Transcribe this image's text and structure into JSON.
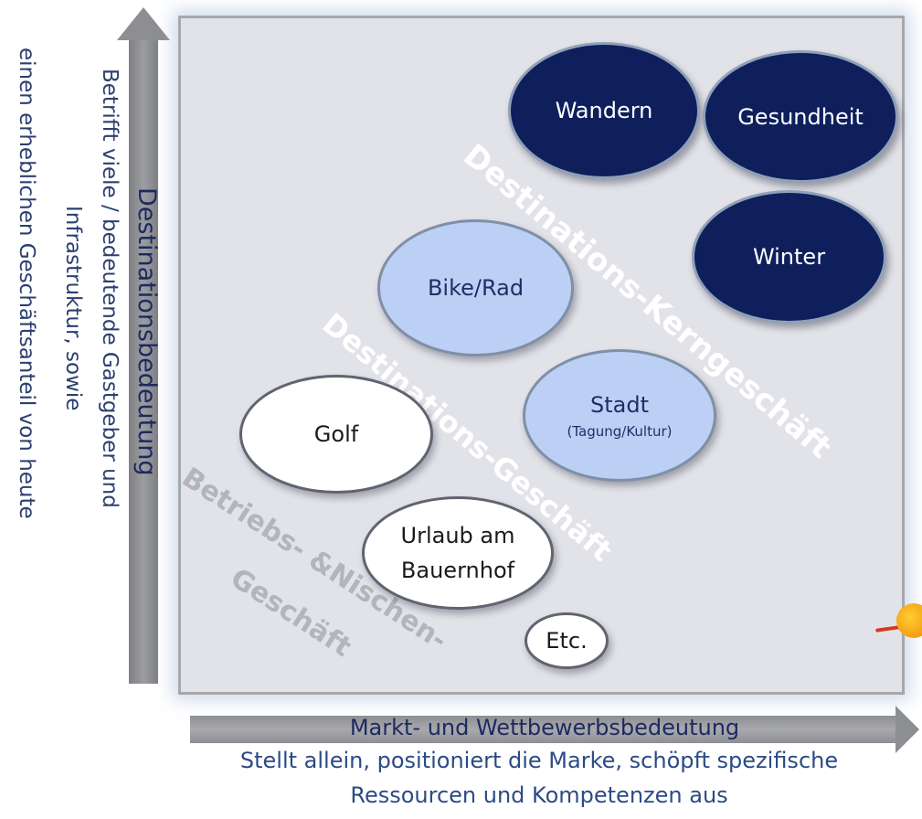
{
  "axes": {
    "y_title": "Destinationsbedeutung",
    "y_desc_1": "Betrifft viele / bedeutende Gastgeber und",
    "y_desc_2": "Infrastruktur, sowie",
    "y_desc_3": "einen erheblichen Geschäftsanteil von heute",
    "x_title": "Markt- und Wettbewerbsbedeutung",
    "x_desc_1": "Stellt allein, positioniert die Marke, schöpft spezifische",
    "x_desc_2": "Ressourcen und Kompetenzen aus"
  },
  "zones": {
    "core": "Destinations-Kerngeschäft",
    "destination": "Destinations-Geschäft",
    "niche_1": "Betriebs- &Nischen-",
    "niche_2": "Geschäft"
  },
  "bubbles": {
    "wandern": "Wandern",
    "gesundheit": "Gesundheit",
    "winter": "Winter",
    "bike": "Bike/Rad",
    "stadt": "Stadt",
    "stadt_sub": "(Tagung/Kultur)",
    "golf": "Golf",
    "urlaub_1": "Urlaub am",
    "urlaub_2": "Bauernhof",
    "etc": "Etc."
  },
  "colors": {
    "core": "#0e1f5c",
    "destination": "#bcd0f5",
    "niche": "#ffffff",
    "panel": "#e2e3e8",
    "arrow": "#8d8e92"
  }
}
